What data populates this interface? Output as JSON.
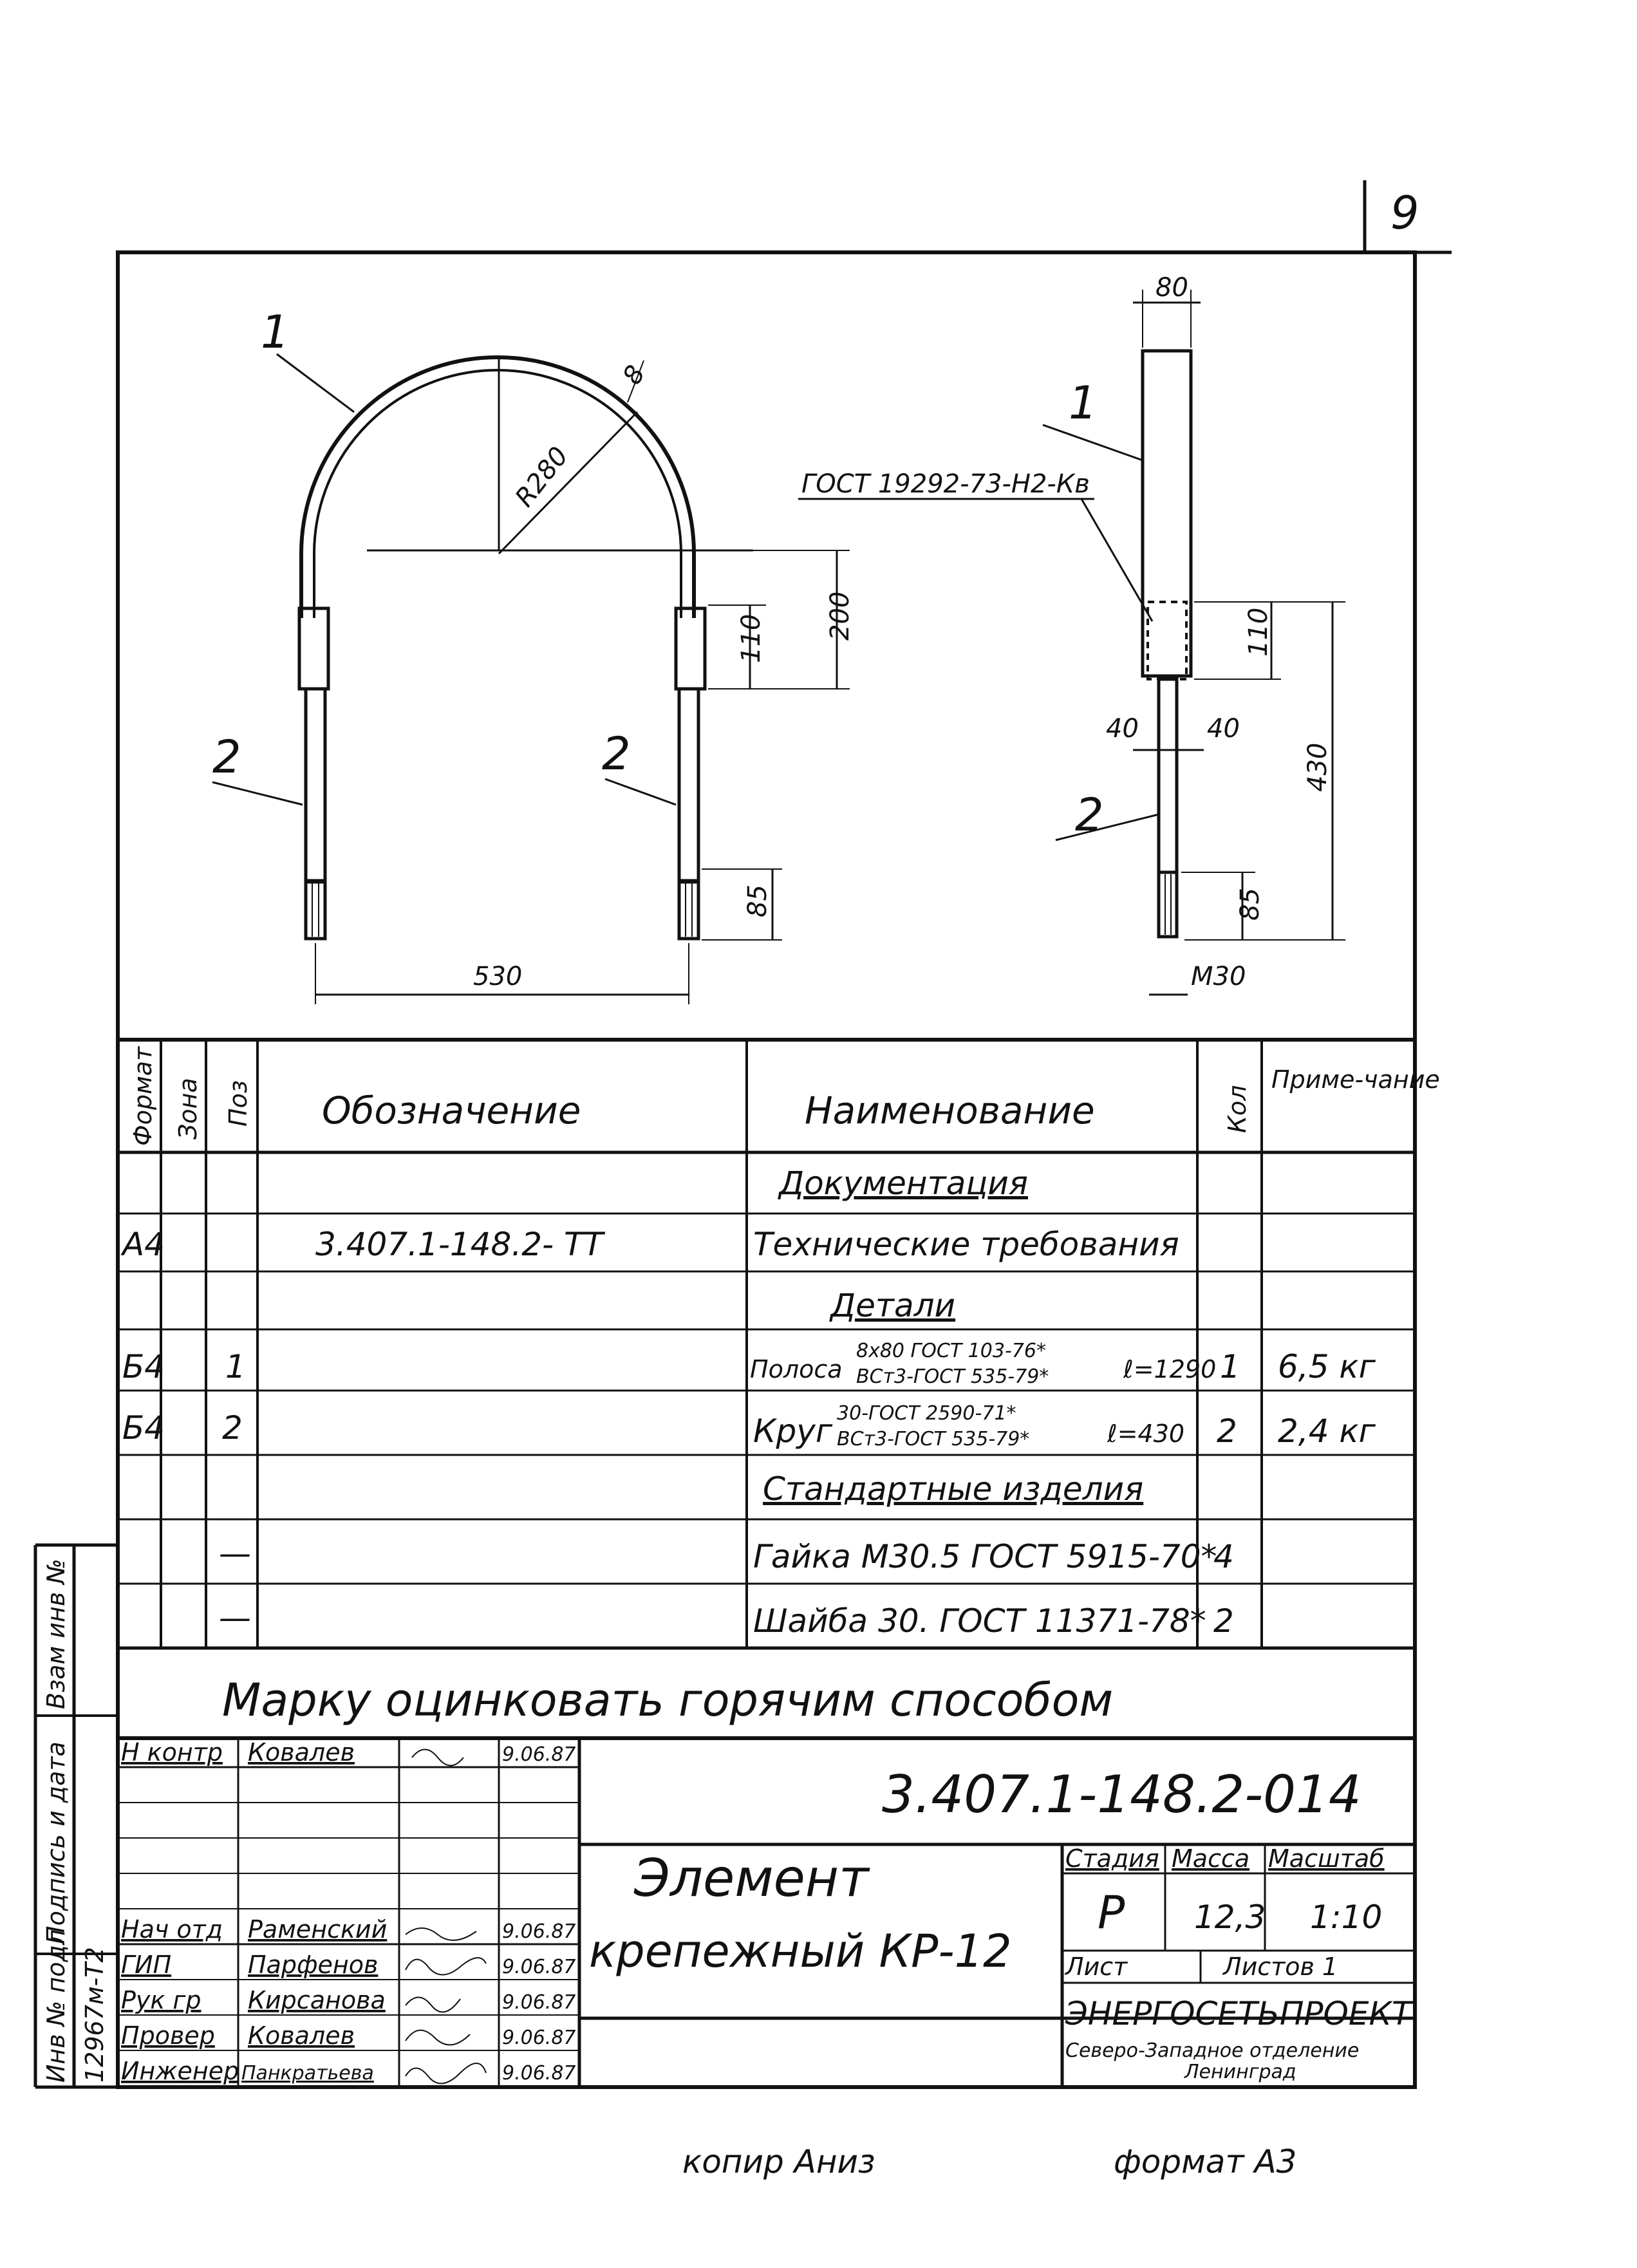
{
  "sheet_number": "9",
  "drawing": {
    "dims": {
      "w80": "80",
      "r280": "R280",
      "t8": "8",
      "h200": "200",
      "h110_left": "110",
      "h110_right": "110",
      "h85_left": "85",
      "h85_right": "85",
      "w530": "530",
      "h430": "430",
      "s40a": "40",
      "s40b": "40",
      "m30": "M30"
    },
    "callouts": {
      "pos1_a": "1",
      "pos1_b": "1",
      "pos2_a": "2",
      "pos2_b": "2",
      "pos2_c": "2",
      "weld": "ГОСТ 19292-73-Н2-Кв"
    }
  },
  "spec_table": {
    "headers": {
      "format": "Формат",
      "zone": "Зона",
      "pos": "Поз",
      "designation": "Обозначение",
      "name": "Наименование",
      "qty": "Кол",
      "note": "Приме-чание"
    },
    "sections": {
      "docs": "Документация",
      "details": "Детали",
      "standard": "Стандартные изделия"
    },
    "rows": [
      {
        "format": "А4",
        "pos": "",
        "designation": "3.407.1-148.2- ТТ",
        "name": "Технические требования",
        "qty": "",
        "note": ""
      },
      {
        "format": "Б4",
        "pos": "1",
        "designation": "",
        "name": "Полоса",
        "name_top": "8x80 ГОСТ 103-76*",
        "name_bottom": "ВСт3-ГОСТ 535-79*",
        "name_tail": "ℓ=1290",
        "qty": "1",
        "note": "6,5 кг"
      },
      {
        "format": "Б4",
        "pos": "2",
        "designation": "",
        "name": "Круг",
        "name_top": "30-ГОСТ 2590-71*",
        "name_bottom": "ВСт3-ГОСТ 535-79*",
        "name_tail": "ℓ=430",
        "qty": "2",
        "note": "2,4 кг"
      },
      {
        "format": "",
        "pos": "—",
        "designation": "",
        "name": "Гайка М30.5 ГОСТ 5915-70*",
        "qty": "4",
        "note": ""
      },
      {
        "format": "",
        "pos": "—",
        "designation": "",
        "name": "Шайба 30. ГОСТ 11371-78*",
        "qty": "2",
        "note": ""
      }
    ],
    "instruction": "Марку оцинковать горячим способом"
  },
  "title_block": {
    "doc_code": "3.407.1-148.2-014",
    "title_line1": "Элемент",
    "title_line2": "крепежный КР-12",
    "stage_label": "Стадия",
    "mass_label": "Масса",
    "scale_label": "Масштаб",
    "stage": "Р",
    "mass": "12,3",
    "scale": "1:10",
    "sheet_label": "Лист",
    "sheets_label": "Листов 1",
    "org_name": "ЭНЕРГОСЕТЬПРОЕКТ",
    "org_branch": "Северо-Западное отделение",
    "org_city": "Ленинград",
    "signatures": [
      {
        "role": "Н контр",
        "name": "Ковалев",
        "date": "9.06.87"
      },
      {
        "role": "Нач отд",
        "name": "Раменский",
        "date": "9.06.87"
      },
      {
        "role": "ГИП",
        "name": "Парфенов",
        "date": "9.06.87"
      },
      {
        "role": "Рук гр",
        "name": "Кирсанова",
        "date": "9.06.87"
      },
      {
        "role": "Провер",
        "name": "Ковалев",
        "date": "9.06.87"
      },
      {
        "role": "Инженер",
        "name": "Панкратьева",
        "date": "9.06.87"
      }
    ]
  },
  "side_stamp": {
    "inv_replace": "Взам инв №",
    "sign_date": "Подпись и дата",
    "inv_orig": "Инв № подл",
    "inv_number": "12967м-Т2"
  },
  "footer": {
    "copied": "копир Аниз",
    "format": "формат А3"
  }
}
